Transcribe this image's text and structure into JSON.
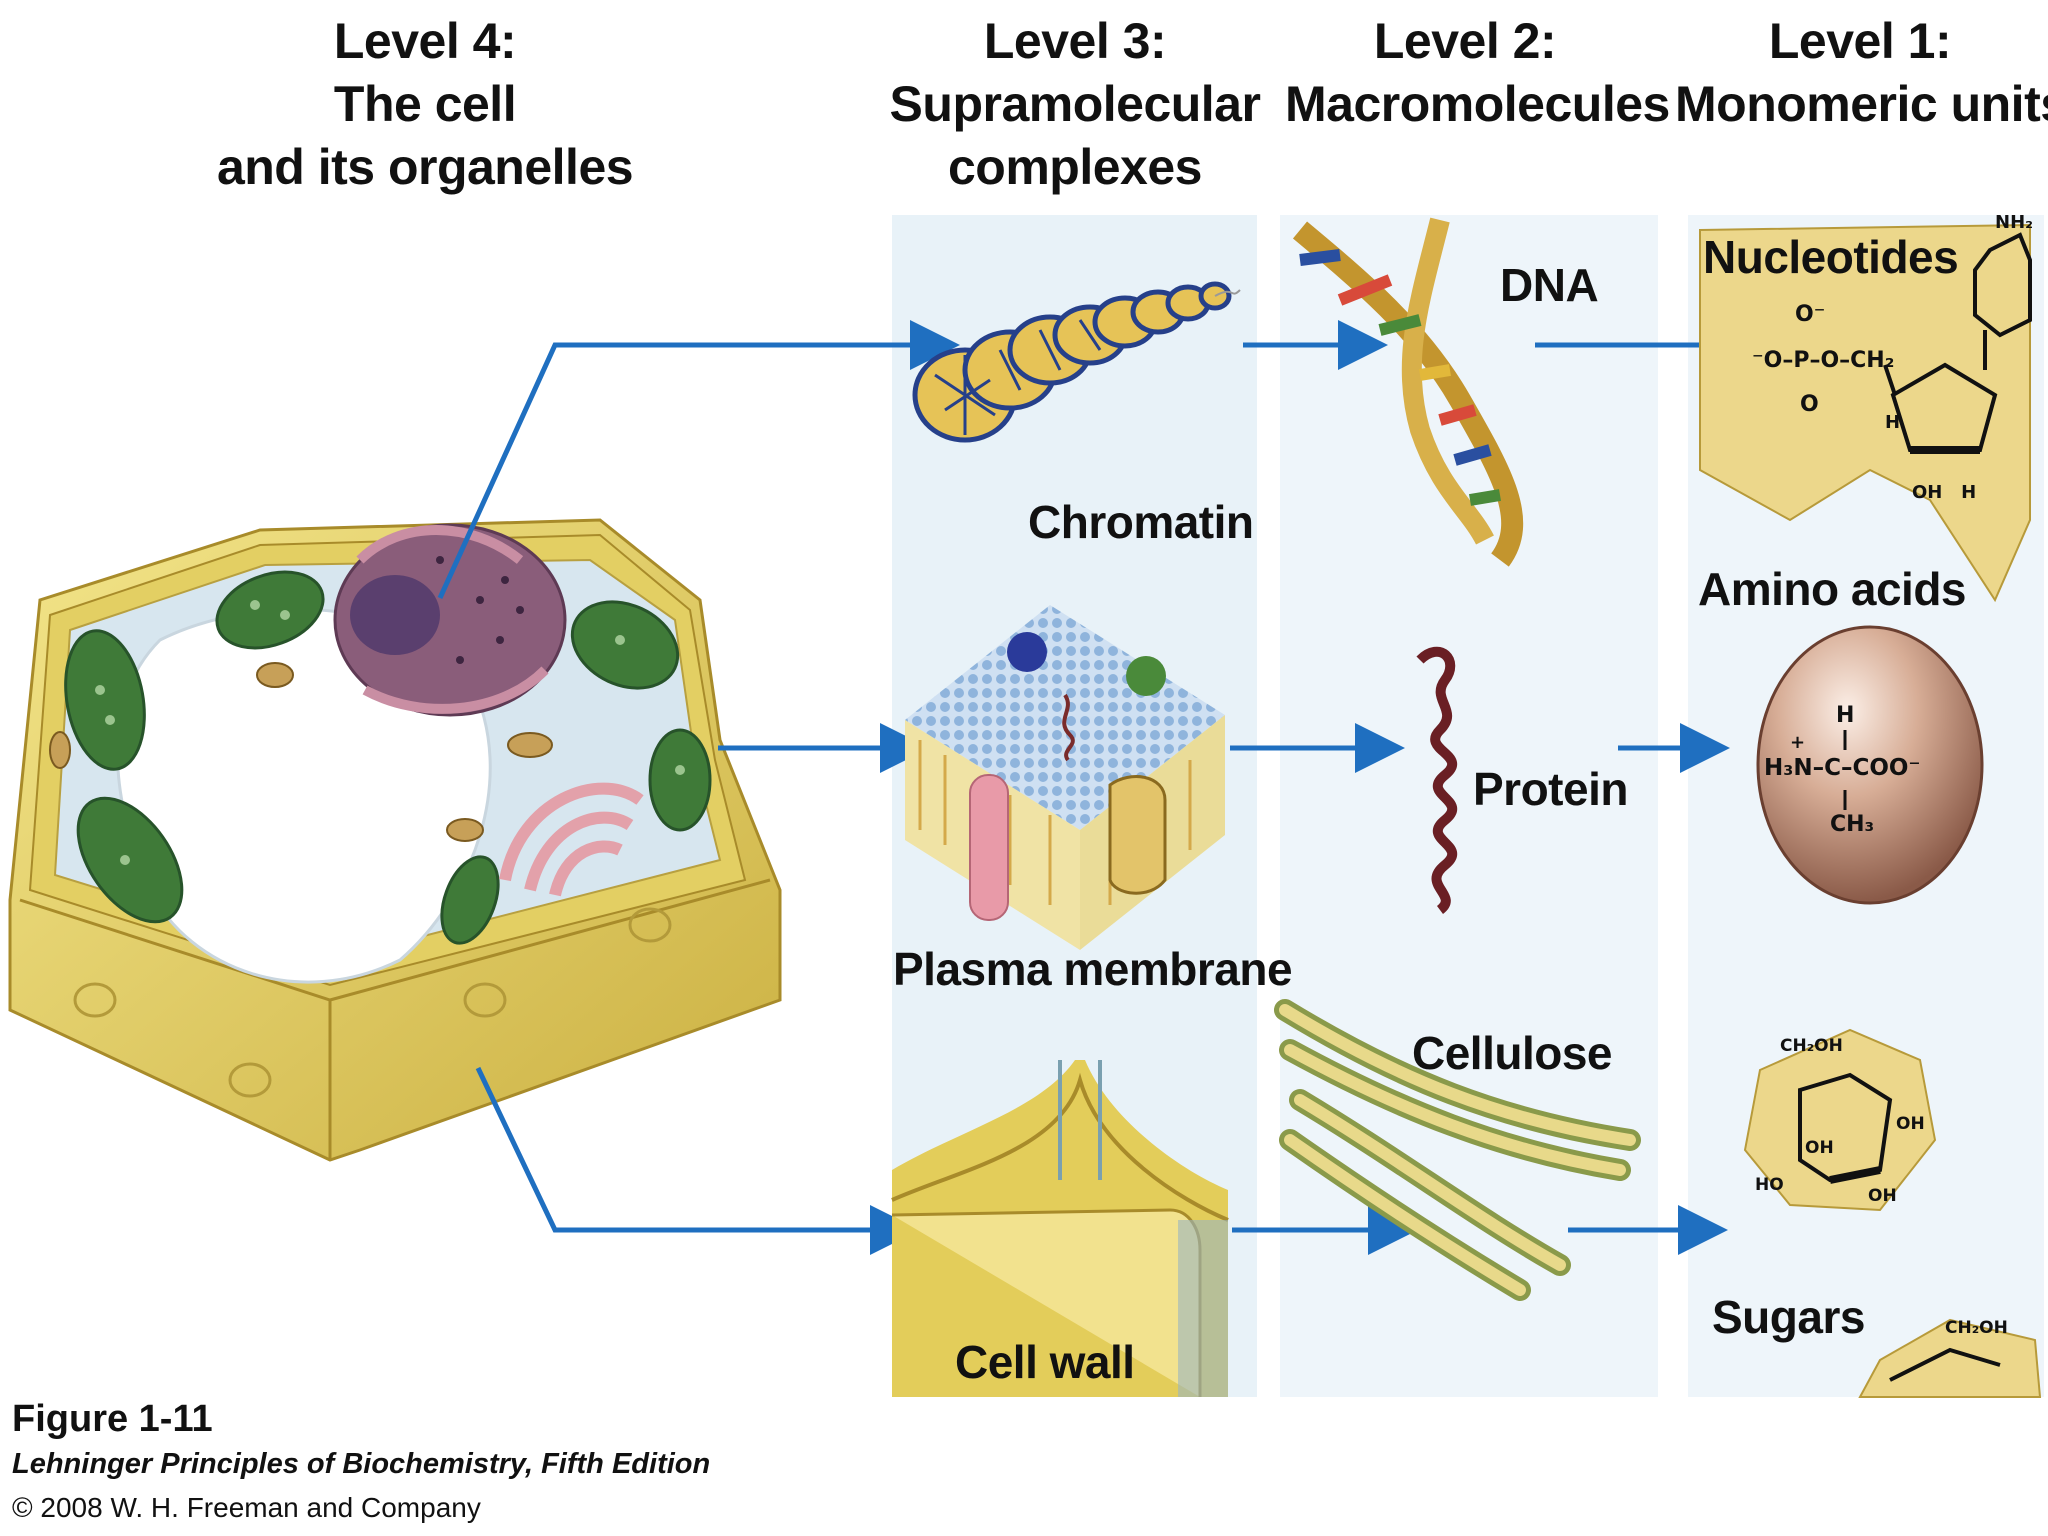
{
  "levels": [
    {
      "title": "Level 4:",
      "lines": [
        "The cell",
        "and its organelles"
      ]
    },
    {
      "title": "Level 3:",
      "lines": [
        "Supramolecular",
        "complexes"
      ]
    },
    {
      "title": "Level 2:",
      "lines": [
        "Macromolecules"
      ]
    },
    {
      "title": "Level 1:",
      "lines": [
        "Monomeric units"
      ]
    }
  ],
  "labels": {
    "chromatin": "Chromatin",
    "plasma_membrane": "Plasma membrane",
    "cell_wall": "Cell wall",
    "dna": "DNA",
    "protein": "Protein",
    "cellulose": "Cellulose",
    "nucleotides": "Nucleotides",
    "amino_acids": "Amino acids",
    "sugars": "Sugars"
  },
  "chem": {
    "nh2": "NH₂",
    "o_minus": "O⁻",
    "phosphate": "⁻O–P–O–CH₂",
    "o_double": "O",
    "h": "H",
    "oh_h": "OH   H",
    "aa_h": "H",
    "aa_plus": "+",
    "aa_main": "H₃N–C–COO⁻",
    "aa_ch3": "CH₃",
    "ch2oh": "CH₂OH",
    "oh": "OH",
    "ho": "HO"
  },
  "caption": {
    "figure": "Figure 1-11",
    "book": "Lehninger Principles of Biochemistry, Fifth Edition",
    "copyright": "© 2008 W. H. Freeman and Company"
  },
  "colors": {
    "arrow": "#1f6fc0",
    "panel": "#e8f2f8",
    "cell_wall": "#e2cd5a",
    "chloroplast": "#3f7a38",
    "nucleus": "#6a4a72"
  }
}
